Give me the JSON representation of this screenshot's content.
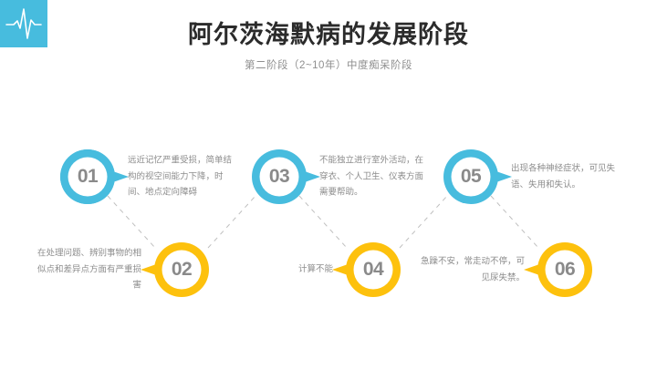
{
  "header": {
    "title": "阿尔茨海默病的发展阶段",
    "subtitle": "第二阶段（2~10年）中度痴呆阶段"
  },
  "logo": {
    "icon": "heartbeat-ecg-icon",
    "background_color": "#47BCDE"
  },
  "colors": {
    "cyan": "#47BCDE",
    "yellow": "#FDC10D",
    "number_text": "#8a8a8a",
    "body_text": "#8d8d8d",
    "title_text": "#2b2b2b",
    "subtitle_text": "#8f8f8f",
    "connector": "#bfbfbf",
    "background": "#ffffff"
  },
  "diagram": {
    "type": "zigzag-timeline",
    "nodes": [
      {
        "number": "01",
        "color": "cyan",
        "row": "top",
        "pointer": "right",
        "text": "远近记忆严重受损，简单结构的视空间能力下降，时间、地点定向障碍"
      },
      {
        "number": "02",
        "color": "yellow",
        "row": "bottom",
        "pointer": "left",
        "text": "在处理问题、辨别事物的相似点和差异点方面有严重损害"
      },
      {
        "number": "03",
        "color": "cyan",
        "row": "top",
        "pointer": "right",
        "text": "不能独立进行室外活动，在穿衣、个人卫生、仪表方面需要帮助。"
      },
      {
        "number": "04",
        "color": "yellow",
        "row": "bottom",
        "pointer": "left",
        "text": "计算不能"
      },
      {
        "number": "05",
        "color": "cyan",
        "row": "top",
        "pointer": "right",
        "text": "出现各种神经症状，可见失语、失用和失认。"
      },
      {
        "number": "06",
        "color": "yellow",
        "row": "bottom",
        "pointer": "left",
        "text": "急躁不安，常走动不停，可见尿失禁。"
      }
    ]
  }
}
